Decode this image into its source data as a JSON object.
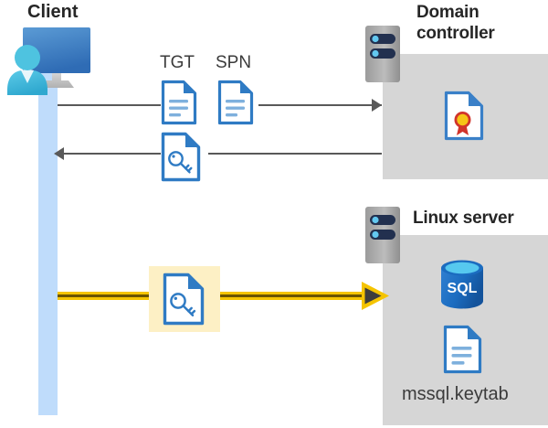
{
  "diagram": {
    "title": "Kerberos authentication flow between client, domain controller and Linux server",
    "colors": {
      "server_box": "#d6d6d6",
      "lifeline": "#bfdcfb",
      "connector": "#595959",
      "highlight_band": "#fdf0c5",
      "yellow_line": "#f5c400",
      "doc_blue": "#2f7bc4",
      "doc_fold_blue": "#2f7bc4",
      "sql_blue": "#1b72c4",
      "seal_red": "#d1342b",
      "seal_yellow": "#f6c517",
      "title_text": "#262626"
    },
    "actors": {
      "client": {
        "label": "Client",
        "icon": "user-with-monitor-icon",
        "lifeline": "client-lifeline"
      },
      "domain_controller": {
        "label": "Domain\ncontroller",
        "label_line1": "Domain",
        "label_line2": "controller",
        "server_icon": "server-rack-icon",
        "contents": [
          {
            "name": "certificate-icon",
            "label": ""
          }
        ]
      },
      "linux_server": {
        "label": "Linux server",
        "server_icon": "server-rack-icon",
        "contents": [
          {
            "name": "sql-database-icon",
            "label": "SQL"
          },
          {
            "name": "keytab-file-icon",
            "label": "mssql.keytab"
          }
        ]
      }
    },
    "messages": [
      {
        "id": "request",
        "direction": "client-to-domain-controller",
        "style": "solid-gray-arrow",
        "artifacts": [
          {
            "label": "TGT",
            "icon": "document-lines-icon"
          },
          {
            "label": "SPN",
            "icon": "document-lines-icon"
          }
        ]
      },
      {
        "id": "reply",
        "direction": "domain-controller-to-client",
        "style": "solid-gray-arrow",
        "artifacts": [
          {
            "label": "",
            "icon": "document-key-icon"
          }
        ]
      },
      {
        "id": "service-ticket",
        "direction": "client-to-linux-server",
        "style": "yellow-double-line-arrow",
        "highlighted": "true",
        "artifacts": [
          {
            "label": "",
            "icon": "document-key-icon"
          }
        ]
      }
    ],
    "labels": {
      "tgt": "TGT",
      "spn": "SPN",
      "keytab_file": "mssql.keytab",
      "sql_text": "SQL"
    }
  }
}
